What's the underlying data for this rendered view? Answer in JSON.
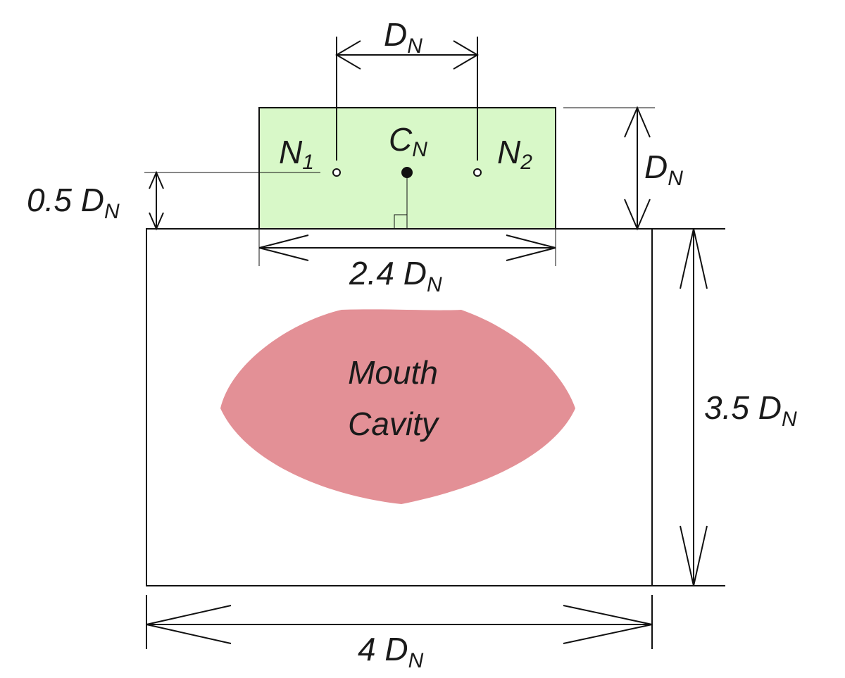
{
  "colors": {
    "nose_fill": "#d8f8c8",
    "mouth_fill": "#e39096",
    "line": "#111111",
    "background": "#ffffff"
  },
  "labels": {
    "nostril_spacing": {
      "main": "D",
      "sub": "N"
    },
    "nostril_1": {
      "main": "N",
      "sub": "1"
    },
    "nose_center": {
      "main": "C",
      "sub": "N"
    },
    "nostril_2": {
      "main": "N",
      "sub": "2"
    },
    "nose_height": {
      "main": "D",
      "sub": "N"
    },
    "nostril_offset": {
      "main": "0.5 D",
      "sub": "N"
    },
    "nose_width": {
      "main": "2.4 D",
      "sub": "N"
    },
    "face_height": {
      "main": "3.5 D",
      "sub": "N"
    },
    "face_width": {
      "main": "4 D",
      "sub": "N"
    },
    "mouth_line1": "Mouth",
    "mouth_line2": "Cavity"
  }
}
